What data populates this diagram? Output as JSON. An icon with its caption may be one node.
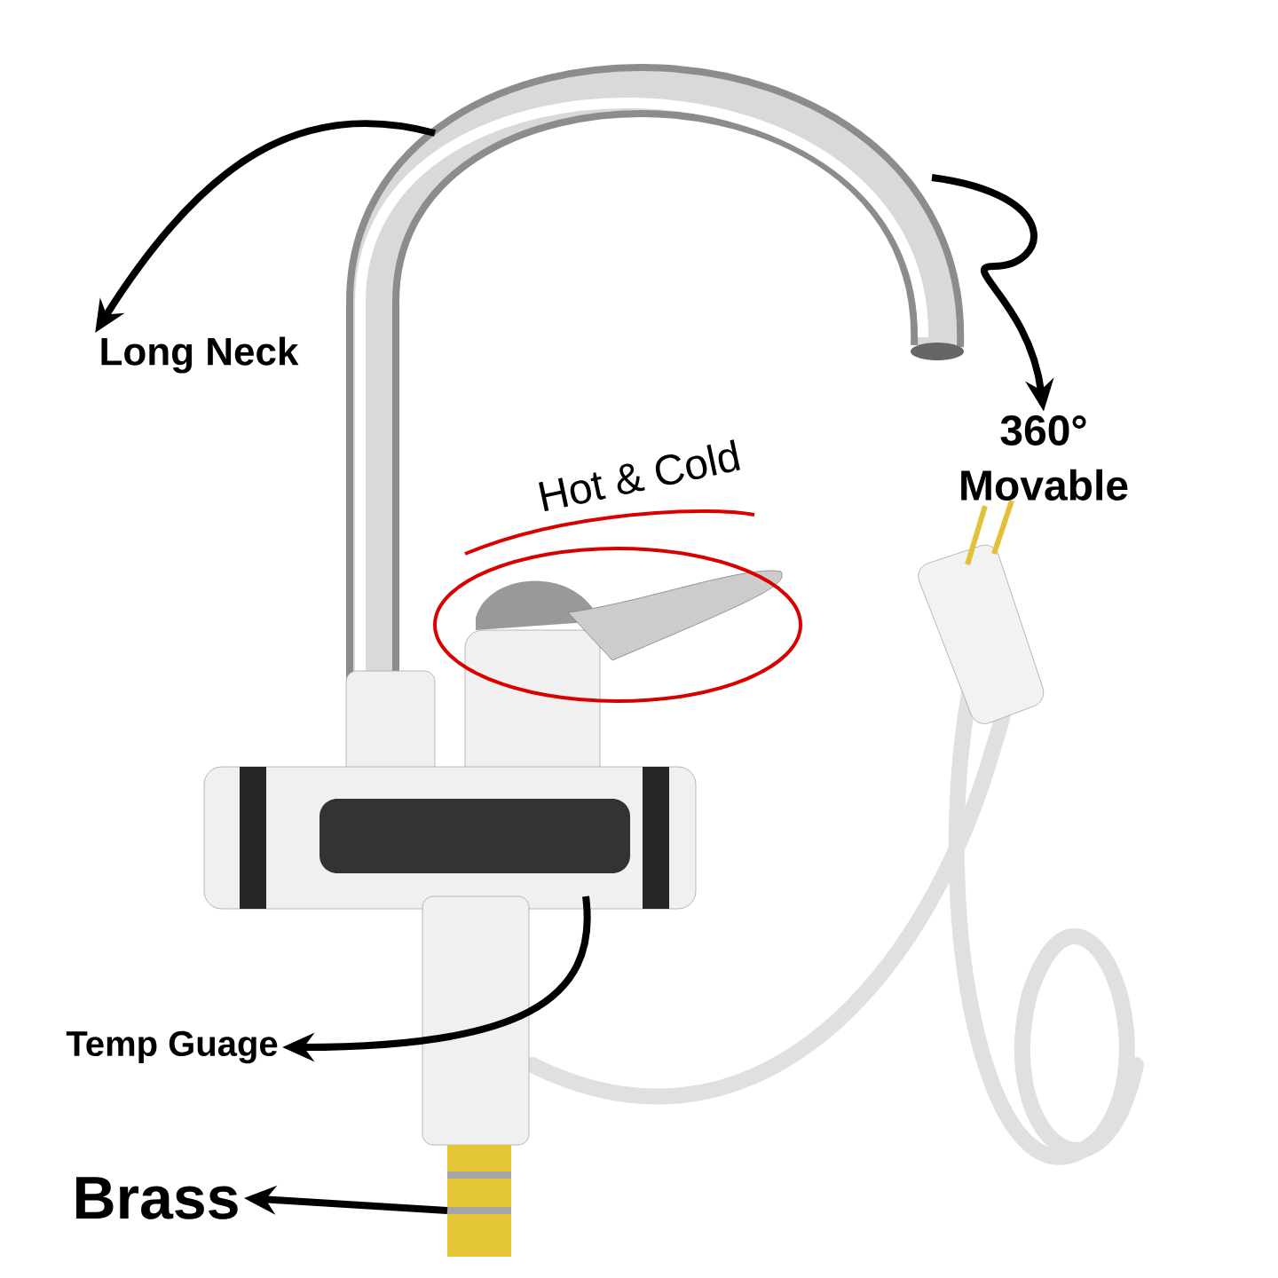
{
  "diagram": {
    "nodes": [
      {
        "text": [
          "Long Neck"
        ]
      },
      {
        "text": [
          "360° Movable"
        ]
      },
      {
        "text": [
          "Hot & Cold"
        ]
      },
      {
        "text": [
          "Temp Guage"
        ]
      },
      {
        "text": [
          "Brass"
        ]
      }
    ],
    "edges": [
      {
        "from": null,
        "to": 0,
        "arrow": "to"
      },
      {
        "from": null,
        "to": 1,
        "arrow": "to"
      },
      {
        "from": null,
        "to": 3,
        "arrow": "to"
      },
      {
        "from": null,
        "to": 4,
        "arrow": "to"
      }
    ]
  }
}
